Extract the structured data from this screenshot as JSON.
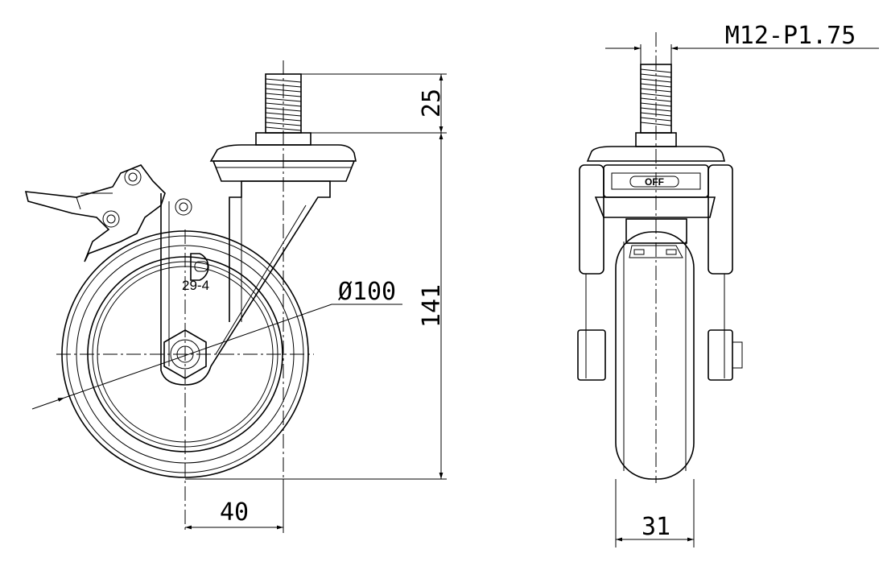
{
  "title": "Swivel caster with brake – technical drawing",
  "dimensions": {
    "thread_length": "25",
    "overall_height": "141",
    "wheel_diameter": "Ø100",
    "offset": "40",
    "wheel_width": "31",
    "thread_spec": "M12-P1.75"
  },
  "markings": {
    "part_code": "29-4",
    "logo_letter": "D",
    "brake_label": "OFF"
  }
}
